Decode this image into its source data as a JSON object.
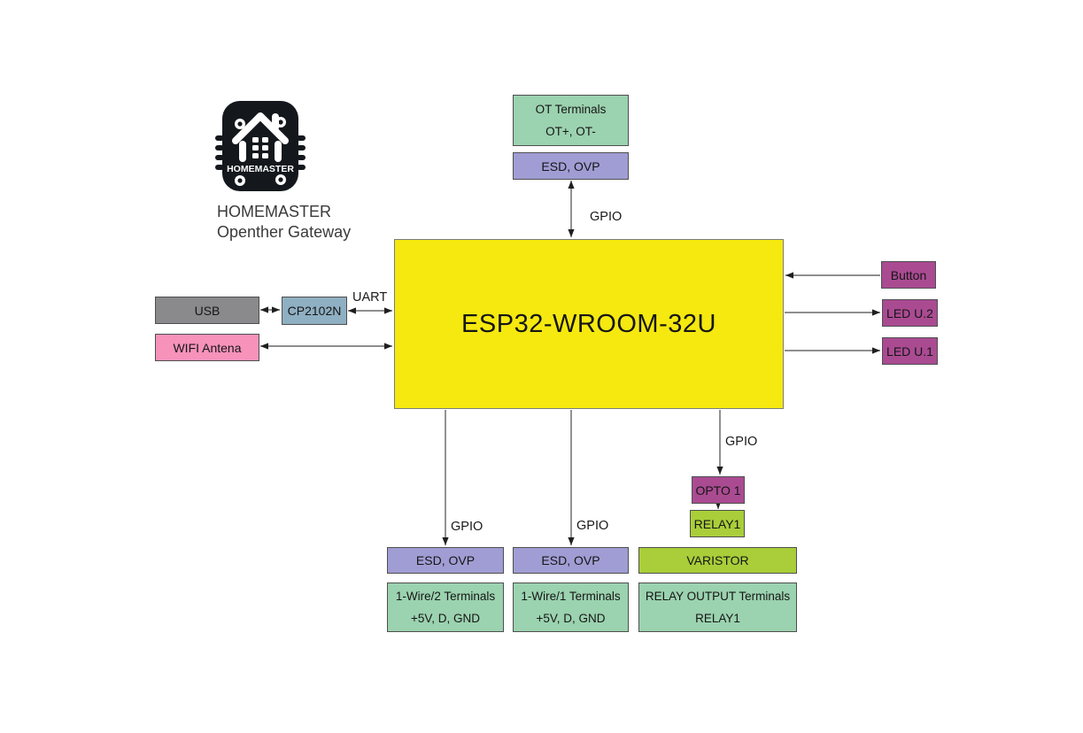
{
  "title": "HOMEMASTER Openther Gateway block diagram",
  "logo": {
    "badge_text": "HOMEMASTER",
    "caption_line1": "HOMEMASTER",
    "caption_line2": "Openther Gateway"
  },
  "colors": {
    "esp32-yellow": "#F5E90F",
    "terminal-green": "#9BD2AF",
    "protection-purple": "#A09DD4",
    "io-magenta": "#AA4B92",
    "relay-lime": "#A9CE39",
    "usb-gray": "#8A8A8C",
    "bridge-blue": "#8FAFC2",
    "wifi-pink": "#F792BB",
    "wire": "#4a4a4a"
  },
  "blocks": {
    "esp32": {
      "label": "ESP32-WROOM-32U"
    },
    "ot_terminals": {
      "line1": "OT Terminals",
      "line2": "OT+, OT-"
    },
    "esd_ovp_top": {
      "label": "ESD, OVP"
    },
    "usb": {
      "label": "USB"
    },
    "cp2102n": {
      "label": "CP2102N"
    },
    "wifi_antenna": {
      "label": "WIFI Antena"
    },
    "button": {
      "label": "Button"
    },
    "led_u2": {
      "label": "LED U.2"
    },
    "led_u1": {
      "label": "LED U.1"
    },
    "esd_ovp_1wire2": {
      "label": "ESD, OVP"
    },
    "esd_ovp_1wire1": {
      "label": "ESD, OVP"
    },
    "onewire2_terminals": {
      "line1": "1-Wire/2 Terminals",
      "line2": "+5V, D, GND"
    },
    "onewire1_terminals": {
      "line1": "1-Wire/1 Terminals",
      "line2": "+5V, D, GND"
    },
    "opto1": {
      "label": "OPTO 1"
    },
    "relay1": {
      "label": "RELAY1"
    },
    "varistor": {
      "label": "VARISTOR"
    },
    "relay_output_terminals": {
      "line1": "RELAY OUTPUT Terminals",
      "line2": "RELAY1"
    }
  },
  "wire_labels": {
    "uart": "UART",
    "gpio_ot": "GPIO",
    "gpio_1wire2": "GPIO",
    "gpio_1wire1": "GPIO",
    "gpio_relay": "GPIO"
  }
}
